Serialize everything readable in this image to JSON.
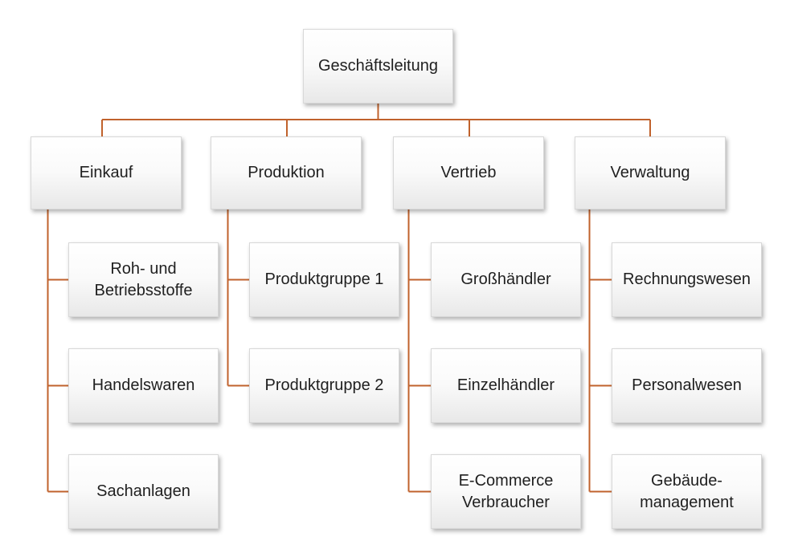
{
  "org": {
    "type": "org-chart",
    "root": {
      "label": "Geschäftsleitung"
    },
    "branches": [
      {
        "label": "Einkauf",
        "children": [
          "Roh- und\nBetriebsstoffe",
          "Handelswaren",
          "Sachanlagen"
        ]
      },
      {
        "label": "Produktion",
        "children": [
          "Produktgruppe 1",
          "Produktgruppe 2"
        ]
      },
      {
        "label": "Vertrieb",
        "children": [
          "Großhändler",
          "Einzelhändler",
          "E-Commerce\nVerbraucher"
        ]
      },
      {
        "label": "Verwaltung",
        "children": [
          "Rechnungswesen",
          "Personalwesen",
          "Gebäude-\nmanagement"
        ]
      }
    ],
    "colors": {
      "connector": "#C0622C",
      "box_border": "#D8D8D8",
      "box_fill_top": "#FFFFFF",
      "box_fill_bottom": "#E8E8E8",
      "text": "#1F1F1F",
      "background": "#FFFFFF"
    }
  }
}
